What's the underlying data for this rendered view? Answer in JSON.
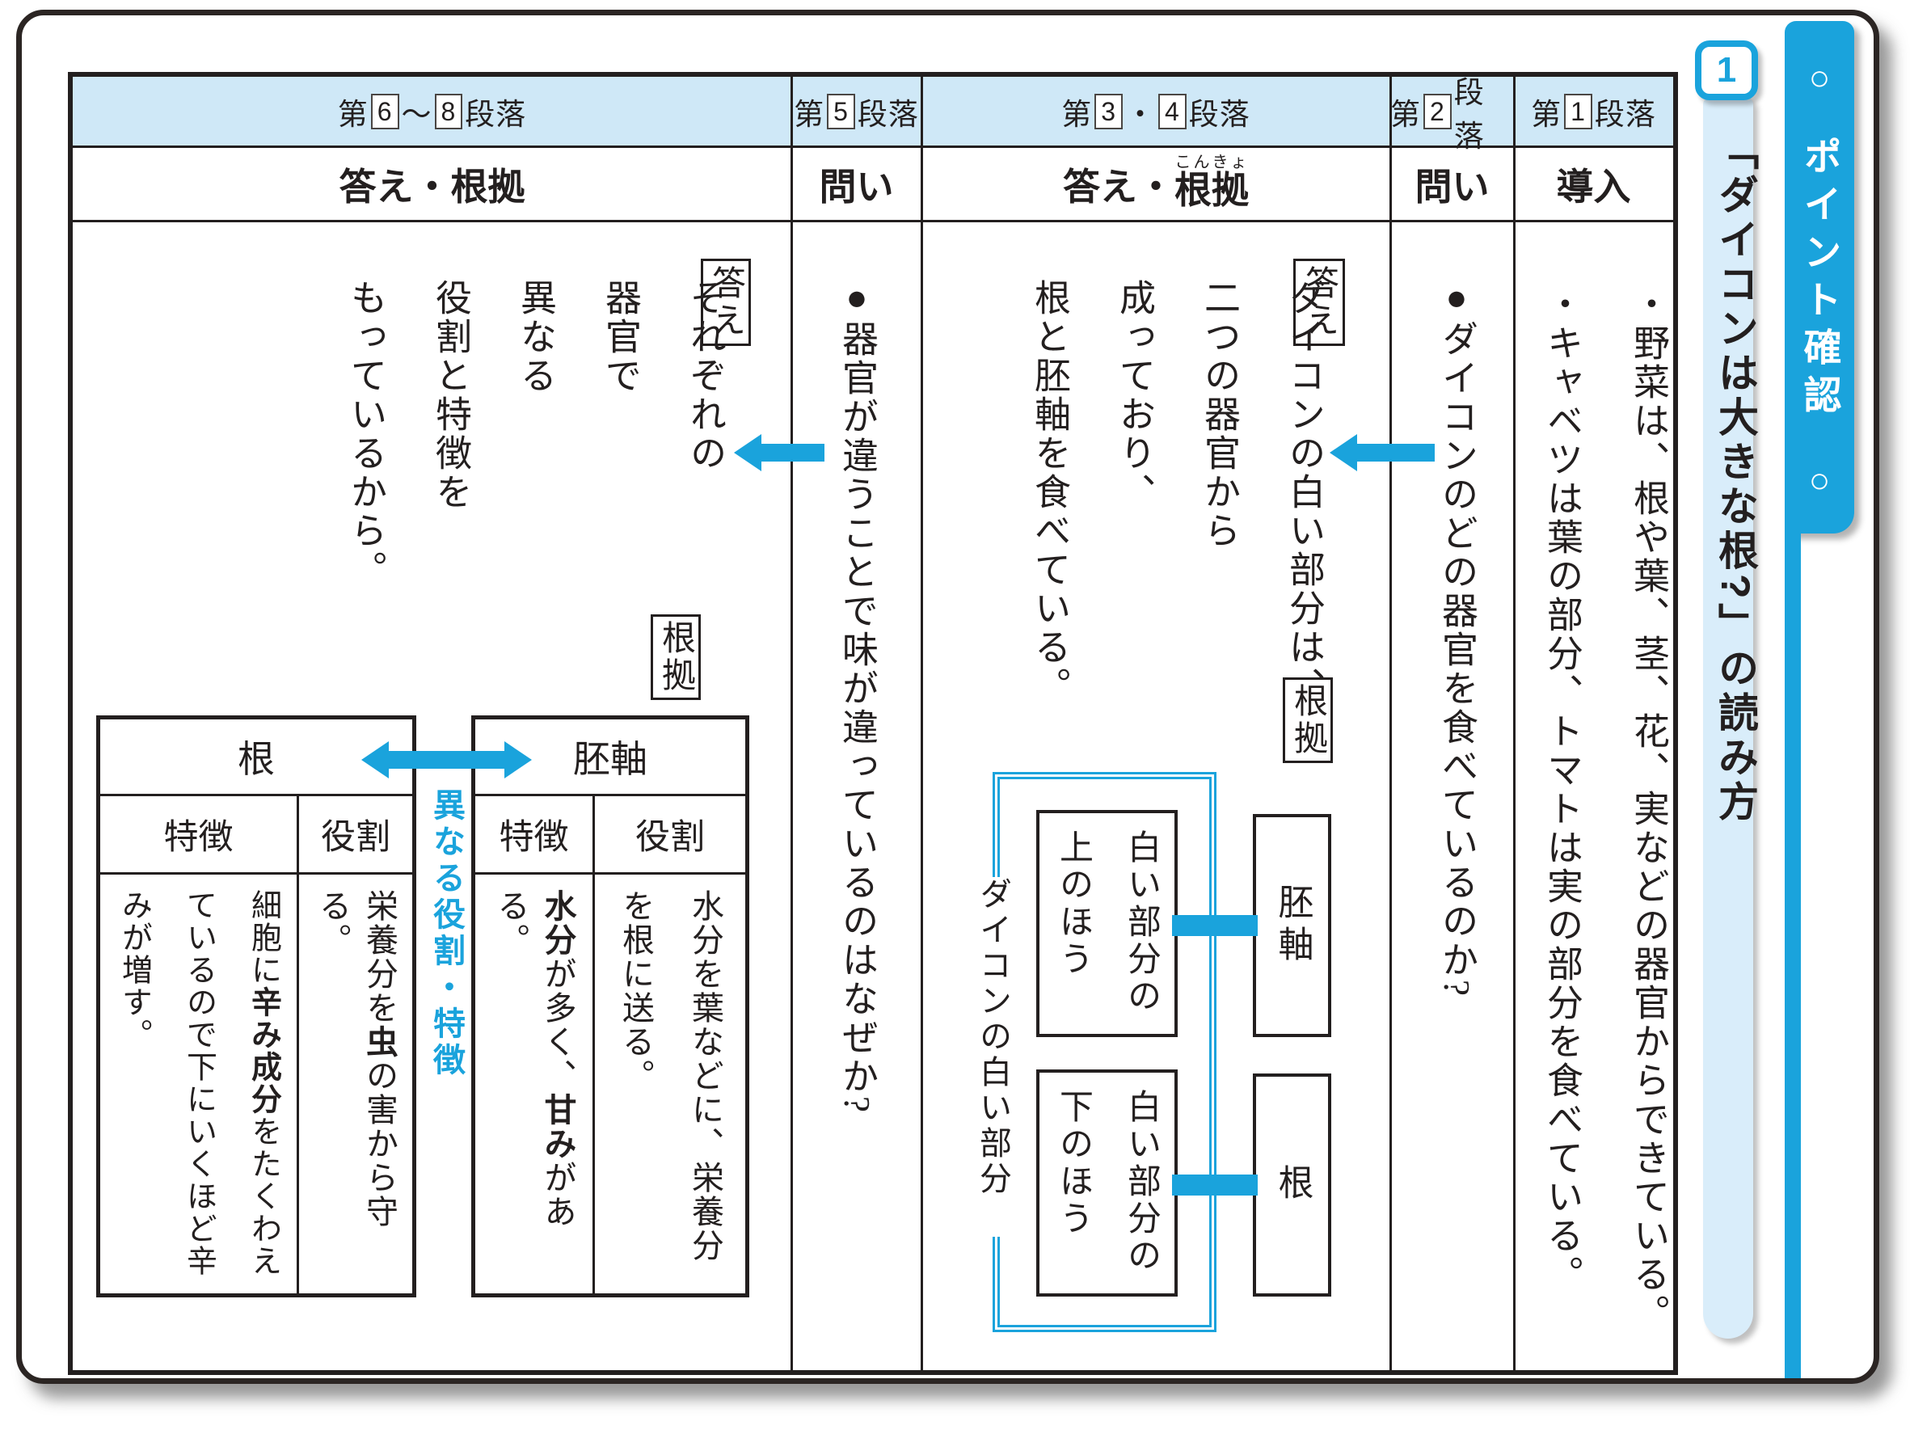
{
  "side": {
    "badge": "1",
    "title": "「ダイコンは大きな根?」の読み方",
    "tab_top": "○",
    "tab_label": "ポイント確認",
    "tab_bottom": "○"
  },
  "header": {
    "col68": {
      "pre": "第",
      "n1": "6",
      "sep": "〜",
      "n2": "8",
      "post": "段落",
      "label": "答え・根拠"
    },
    "col5": {
      "pre": "第",
      "n1": "5",
      "post": "段落",
      "label": "問い"
    },
    "col34": {
      "pre": "第",
      "n1": "3",
      "sep": "・",
      "n2": "4",
      "post": "段落",
      "label_pre": "答え・",
      "ruby_base": "根拠",
      "ruby_rt": "こんきょ"
    },
    "col2": {
      "pre": "第",
      "n1": "2",
      "post": "段落",
      "label": "問い"
    },
    "col1": {
      "pre": "第",
      "n1": "1",
      "post": "段落",
      "label": "導入"
    }
  },
  "intro": {
    "line1": "・野菜は、根や葉、茎、花、実などの器官からできている。",
    "line2": "・キャベツは葉の部分、トマトは実の部分を食べている。"
  },
  "q2": "●ダイコンのどの器官を食べているのか?",
  "a34": {
    "box": "答え",
    "l1": "ダイコンの白い部分は、",
    "l2": "二つの器官から",
    "l3": "成っており、",
    "l4": "根と胚軸を食べている。",
    "konkyo": "根拠"
  },
  "diagram": {
    "bracket_label": "ダイコンの白い部分",
    "top_box": "白い部分の上のほう",
    "bottom_box": "白い部分の下のほう",
    "organ_top": "胚軸",
    "organ_bottom": "根"
  },
  "q5": "●器官が違うことで味が違っているのはなぜか?",
  "a68": {
    "box": "答え",
    "l1": "それぞれの",
    "l2": "器官で",
    "l3": "異なる",
    "l4": "役割と特徴を",
    "l5": "もっているから。",
    "konkyo": "根拠"
  },
  "organ_tables": {
    "note": "異なる役割・特徴",
    "ne": {
      "title": "根",
      "h1": "特徴",
      "h2": "役割",
      "feat": {
        "s1": "細胞に",
        "b1": "辛み成分",
        "s2": "をたくわえているので下にいくほど辛みが増す。"
      },
      "role": {
        "s1": "栄養分を",
        "b1": "虫",
        "s2": "の害から守る。"
      }
    },
    "haijiku": {
      "title": "胚軸",
      "h1": "特徴",
      "h2": "役割",
      "feat": {
        "b1": "水分",
        "s1": "が多く、",
        "b2": "甘み",
        "s2": "がある。"
      },
      "role": {
        "s1": "水分を葉などに、栄養分を根に送る。"
      }
    }
  },
  "colors": {
    "blue": "#1aa3dc",
    "header_blue": "#cfe8f7",
    "strip_blue": "#d9edfa"
  }
}
